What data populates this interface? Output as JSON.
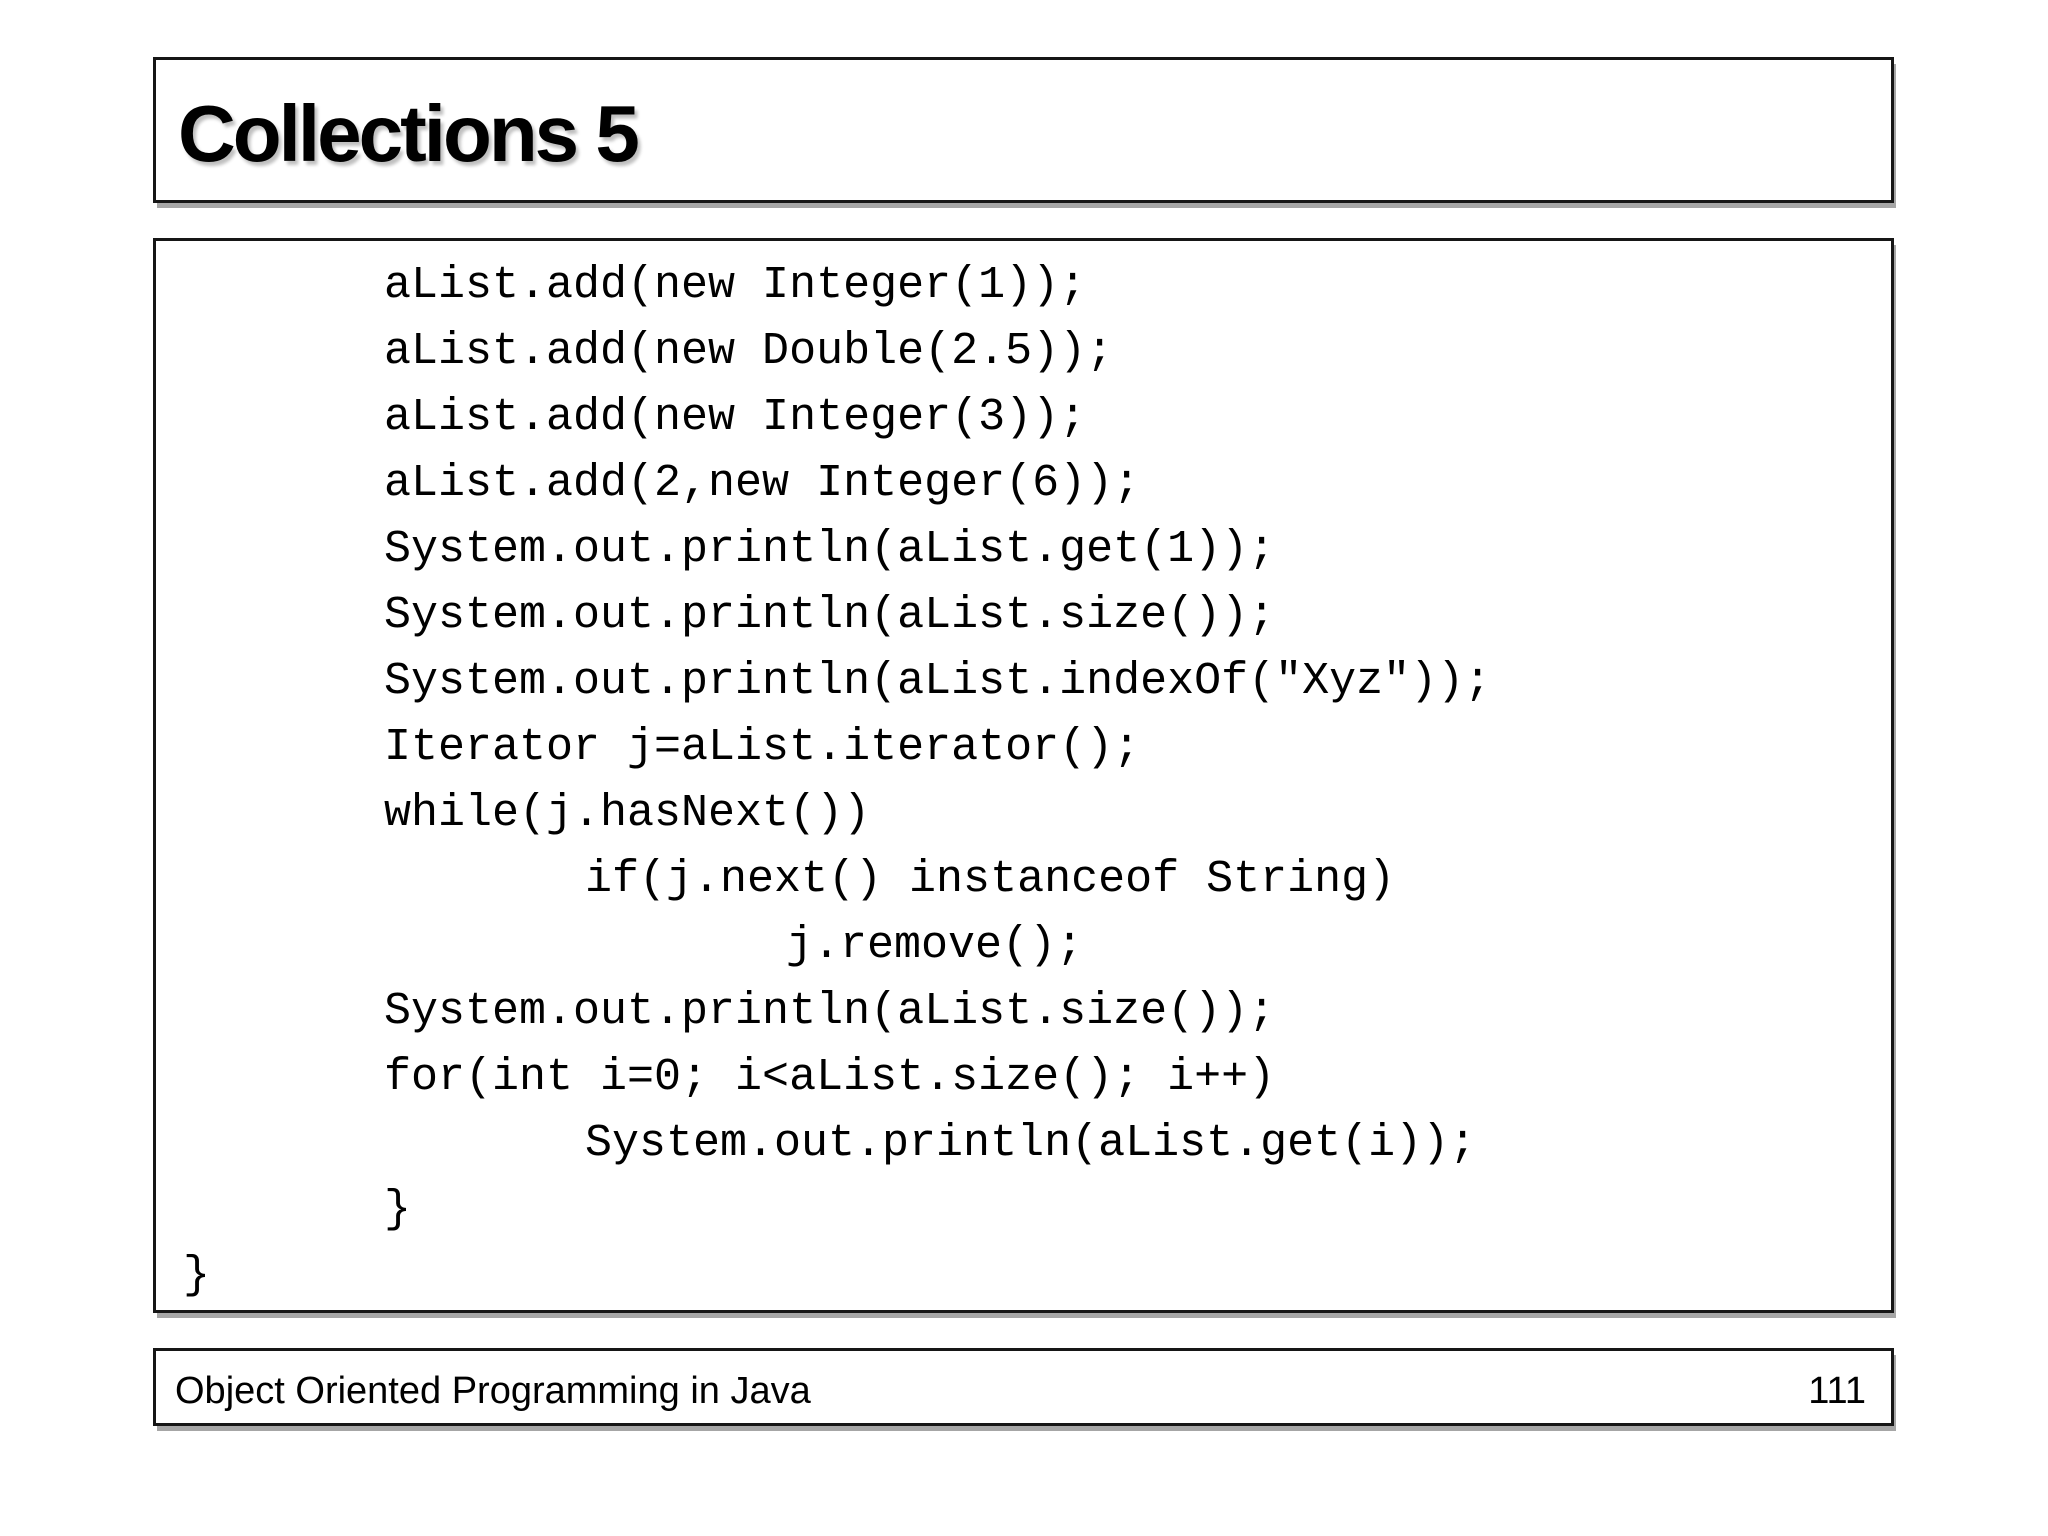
{
  "slide": {
    "title": "Collections 5",
    "code_lines": [
      "\taList.add(new Integer(1));",
      "\taList.add(new Double(2.5));",
      "\taList.add(new Integer(3));",
      "\taList.add(2,new Integer(6));",
      "\tSystem.out.println(aList.get(1));",
      "\tSystem.out.println(aList.size());",
      "\tSystem.out.println(aList.indexOf(\"Xyz\"));",
      "\tIterator j=aList.iterator();",
      "\twhile(j.hasNext())",
      "\t\tif(j.next() instanceof String)",
      "\t\t\tj.remove();",
      "\tSystem.out.println(aList.size());",
      "\tfor(int i=0; i<aList.size(); i++)",
      "\t\tSystem.out.println(aList.get(i));",
      "\t}",
      "}"
    ],
    "footer": {
      "course": "Object Oriented Programming in Java",
      "page_number": "111"
    }
  },
  "colors": {
    "background": "#ffffff",
    "border": "#161616",
    "shadow": "#a6a6a6",
    "text": "#000000"
  }
}
